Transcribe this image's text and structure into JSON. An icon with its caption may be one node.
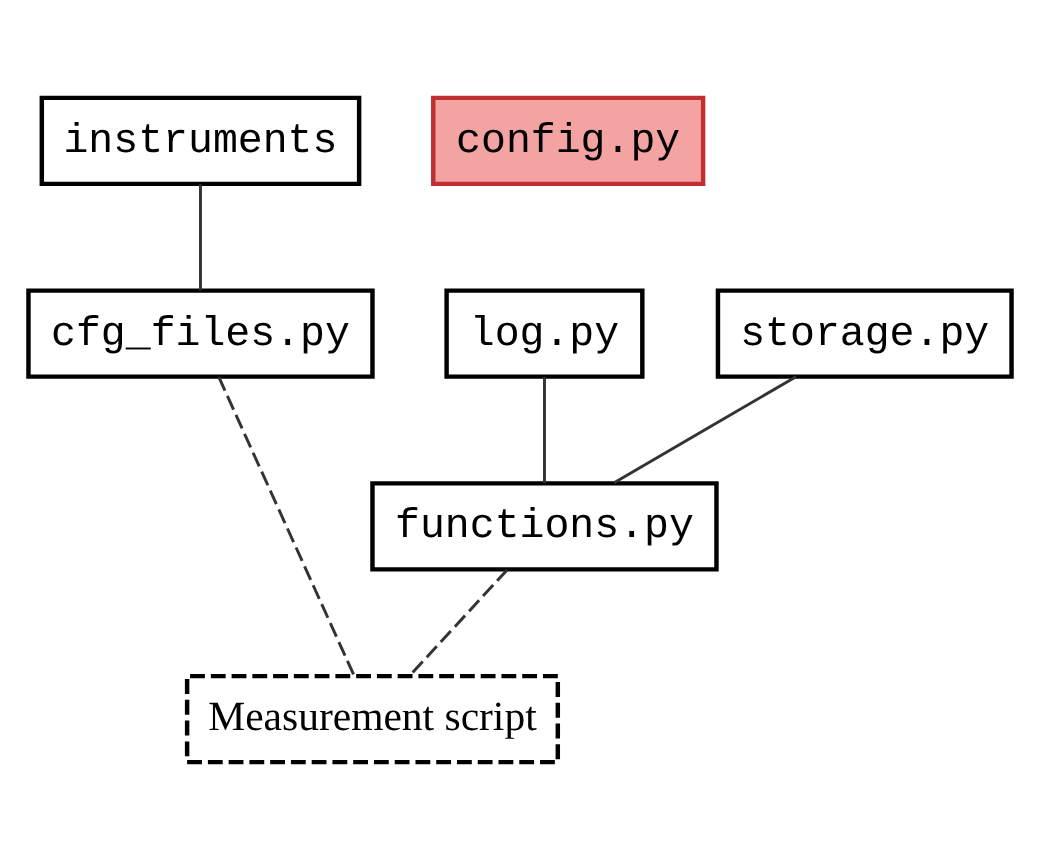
{
  "diagram": {
    "nodes": [
      {
        "text": [
          "instruments"
        ]
      },
      {
        "text": [
          "config.py"
        ]
      },
      {
        "text": [
          "cfg_files.py"
        ]
      },
      {
        "text": [
          "log.py"
        ]
      },
      {
        "text": [
          "storage.py"
        ]
      },
      {
        "text": [
          "functions.py"
        ]
      },
      {
        "text": [
          "Measurement script"
        ]
      }
    ],
    "edges": [
      {
        "from": 0,
        "to": 2,
        "arrow": "none"
      },
      {
        "from": 3,
        "to": 5,
        "arrow": "none"
      },
      {
        "from": 4,
        "to": 5,
        "arrow": "none"
      },
      {
        "from": 2,
        "to": 6,
        "arrow": "none",
        "style": "dashed"
      },
      {
        "from": 5,
        "to": 6,
        "arrow": "none",
        "style": "dashed"
      }
    ]
  }
}
